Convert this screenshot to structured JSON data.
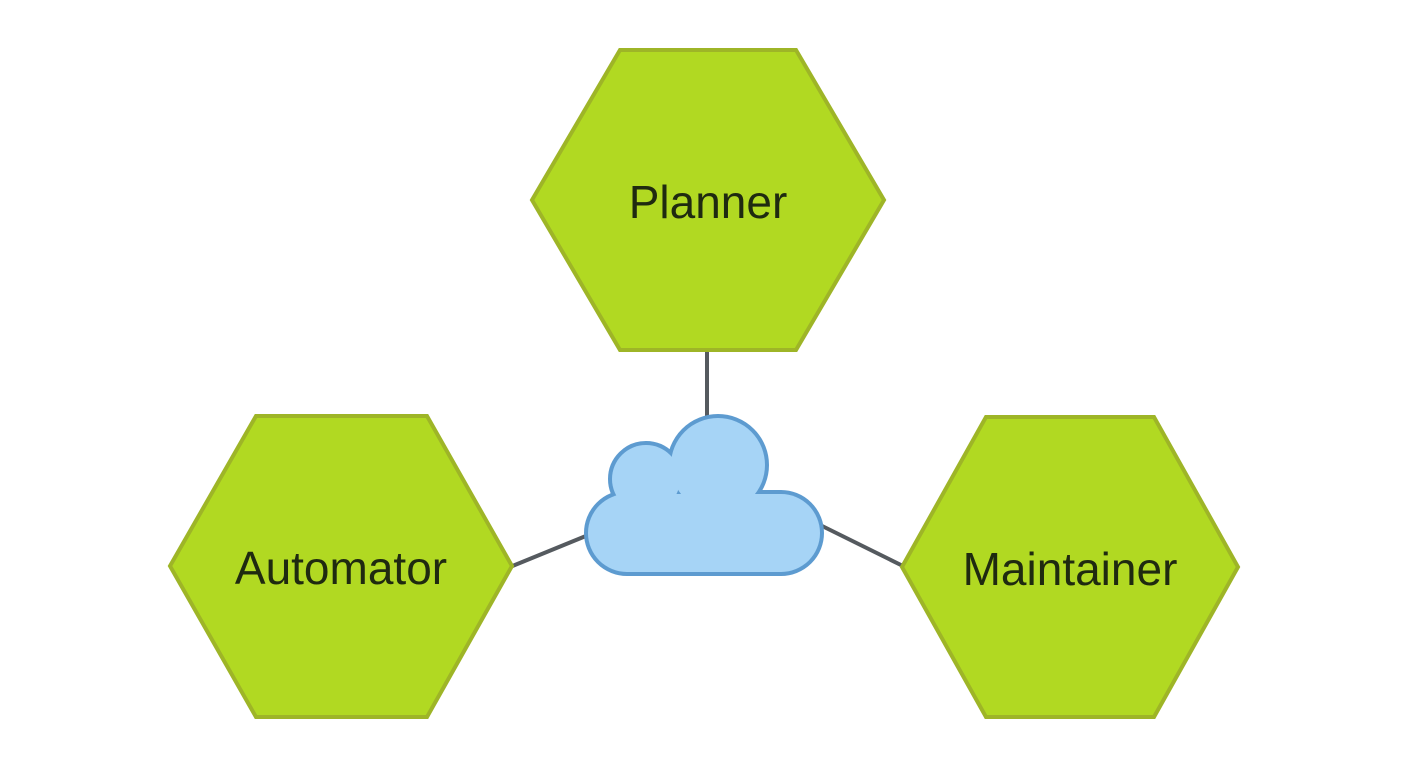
{
  "diagram": {
    "name": "cloud-roles-diagram",
    "background": "#ffffff",
    "connector_color": "#555a5f",
    "node_style": {
      "shape": "hexagon",
      "fill": "#b1d922",
      "border": "#9eb527",
      "text_color": "#1f2a10"
    },
    "hub": {
      "name": "cloud",
      "shape": "cloud",
      "fill": "#a6d4f6",
      "border": "#5d9bd0"
    },
    "nodes": [
      {
        "id": "planner",
        "label": "Planner"
      },
      {
        "id": "automator",
        "label": "Automator"
      },
      {
        "id": "maintainer",
        "label": "Maintainer"
      }
    ],
    "connections": [
      {
        "from": "planner",
        "to": "cloud"
      },
      {
        "from": "automator",
        "to": "cloud"
      },
      {
        "from": "maintainer",
        "to": "cloud"
      }
    ]
  }
}
